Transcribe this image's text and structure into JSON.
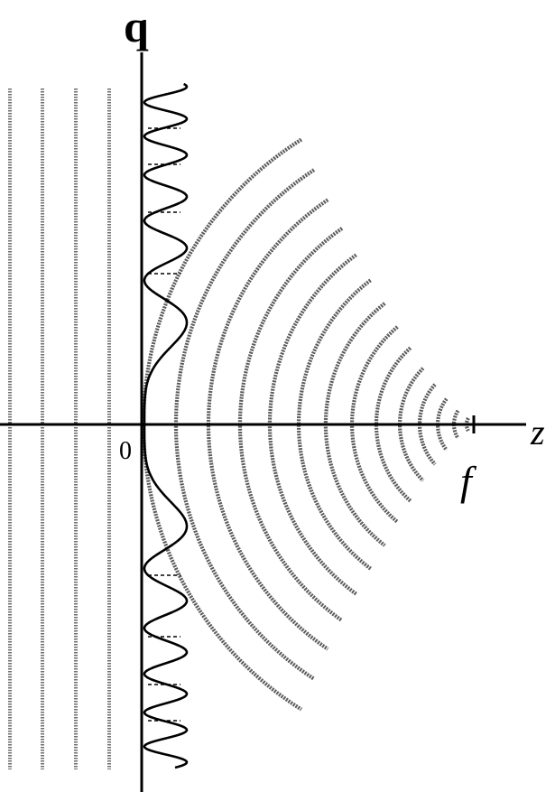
{
  "labels": {
    "vertical_axis": "q",
    "horizontal_axis": "z",
    "origin": "0",
    "focus": "f"
  }
}
